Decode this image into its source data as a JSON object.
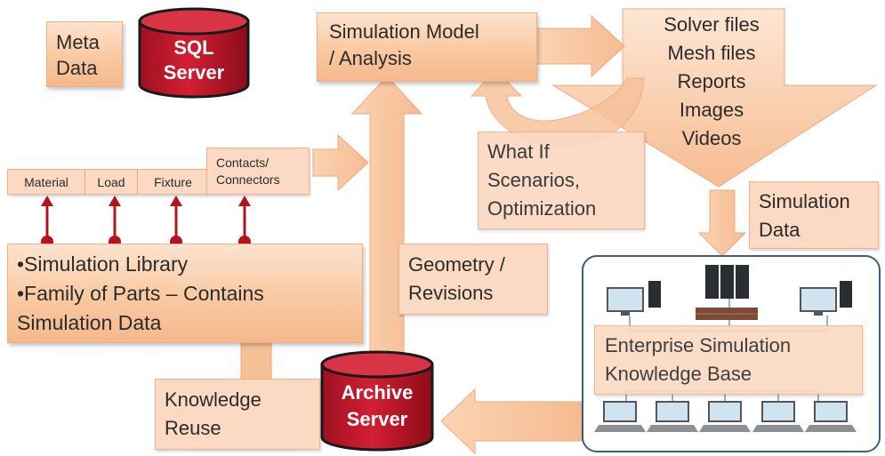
{
  "meta_data": [
    "Meta",
    "Data"
  ],
  "sql_server": [
    "SQL",
    "Server"
  ],
  "archive_server": [
    "Archive",
    "Server"
  ],
  "simulation_model": [
    "Simulation Model",
    "/ Analysis"
  ],
  "outputs": [
    "Solver files",
    "Mesh files",
    "Reports",
    "Images",
    "Videos"
  ],
  "what_if": [
    "What If",
    "Scenarios,",
    "Optimization"
  ],
  "simulation_data": [
    "Simulation",
    "Data"
  ],
  "library_tabs": [
    "Material",
    "Load",
    "Fixture",
    "Contacts/\nConnectors"
  ],
  "simulation_library": [
    "•Simulation Library",
    "•Family of Parts – Contains",
    "Simulation  Data"
  ],
  "geometry": [
    "Geometry /",
    "Revisions"
  ],
  "knowledge_reuse": [
    "Knowledge",
    "Reuse"
  ],
  "enterprise": [
    "Enterprise Simulation",
    "Knowledge Base"
  ],
  "colors": {
    "box_fill": "#f9c9a2",
    "cylinder": "#c0162a",
    "pin": "#b3141e",
    "text": "#2b2b2b"
  },
  "icons": [
    "database-cylinder-icon",
    "network-computers-icon",
    "server-rack-icon",
    "laptop-icon",
    "desktop-monitor-icon"
  ]
}
